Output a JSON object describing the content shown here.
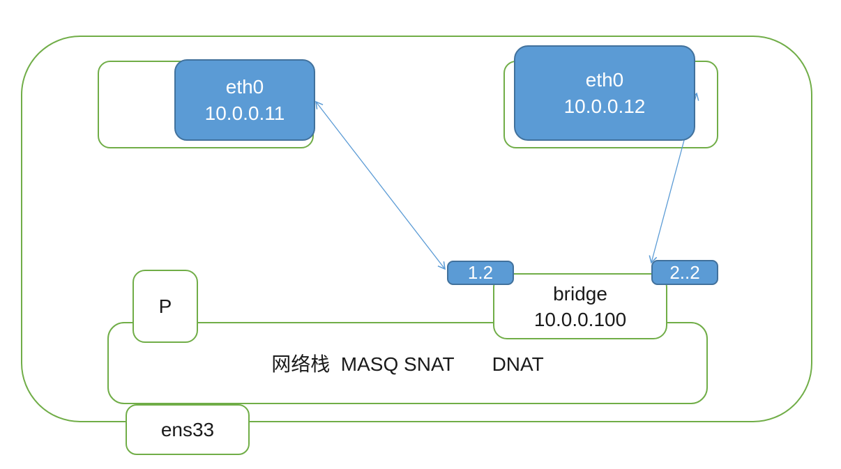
{
  "colors": {
    "green": "#70ad47",
    "blue_fill": "#5b9bd5",
    "blue_border": "#41719c",
    "arrow": "#5b9bd5",
    "text_dark": "#1a1a1a",
    "text_light": "#ffffff",
    "canvas_bg": "#ffffff"
  },
  "nodes": {
    "vm1_eth0": {
      "name": "eth0",
      "ip": "10.0.0.11"
    },
    "vm2_eth0": {
      "name": "eth0",
      "ip": "10.0.0.12"
    },
    "port1": {
      "label": "1.2"
    },
    "port2": {
      "label": "2..2"
    },
    "bridge": {
      "name": "bridge",
      "ip": "10.0.0.100"
    },
    "p": {
      "label": "P"
    },
    "netstack": {
      "label": "网络栈  MASQ SNAT       DNAT"
    },
    "ens33": {
      "label": "ens33"
    }
  }
}
